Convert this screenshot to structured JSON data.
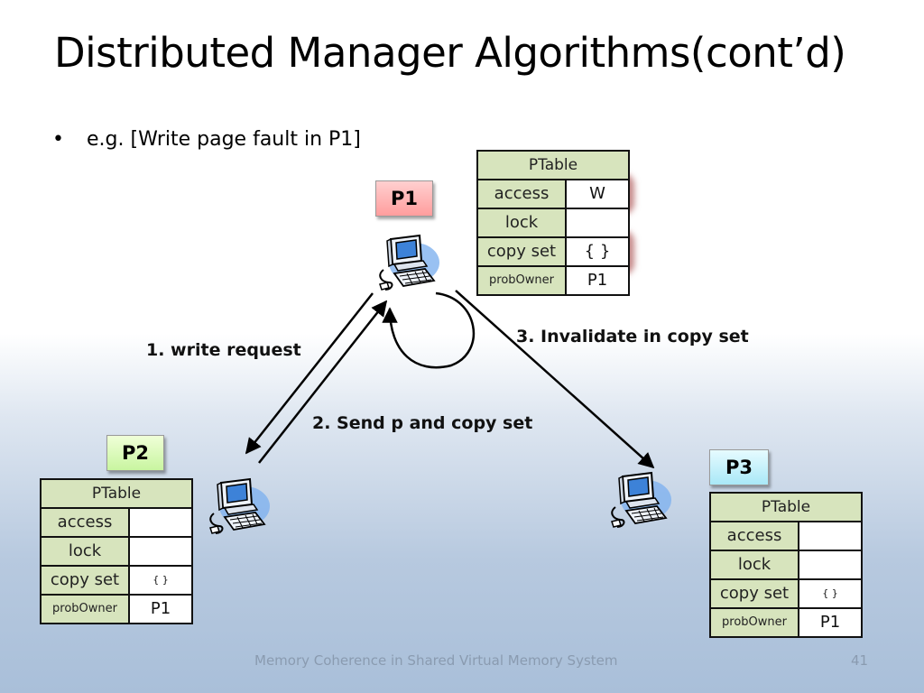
{
  "title": "Distributed Manager Algorithms(cont’d)",
  "bullet": {
    "marker": "•",
    "text": "e.g. [Write page fault in P1]"
  },
  "processors": {
    "p1": "P1",
    "p2": "P2",
    "p3": "P3"
  },
  "labels": {
    "write_request": "1. write request",
    "send_copy_set": "2. Send p and copy set",
    "invalidate": "3. Invalidate in copy set"
  },
  "tables": {
    "p1": {
      "header": "PTable",
      "access": "access",
      "access_val": "W",
      "lock": "lock",
      "lock_val": "",
      "copyset": "copy set",
      "copyset_val": "{ }",
      "probowner": "probOwner",
      "probowner_val": "P1"
    },
    "p2": {
      "header": "PTable",
      "access": "access",
      "access_val": "",
      "lock": "lock",
      "lock_val": "",
      "copyset": "copy set",
      "copyset_val": "{ }",
      "probowner": "probOwner",
      "probowner_val": "P1"
    },
    "p3": {
      "header": "PTable",
      "access": "access",
      "access_val": "",
      "lock": "lock",
      "lock_val": "",
      "copyset": "copy set",
      "copyset_val": "{ }",
      "probowner": "probOwner",
      "probowner_val": "P1"
    }
  },
  "icons": {
    "computer": "computer-icon"
  },
  "footer": "Memory Coherence in Shared Virtual Memory System",
  "page_number": "41"
}
